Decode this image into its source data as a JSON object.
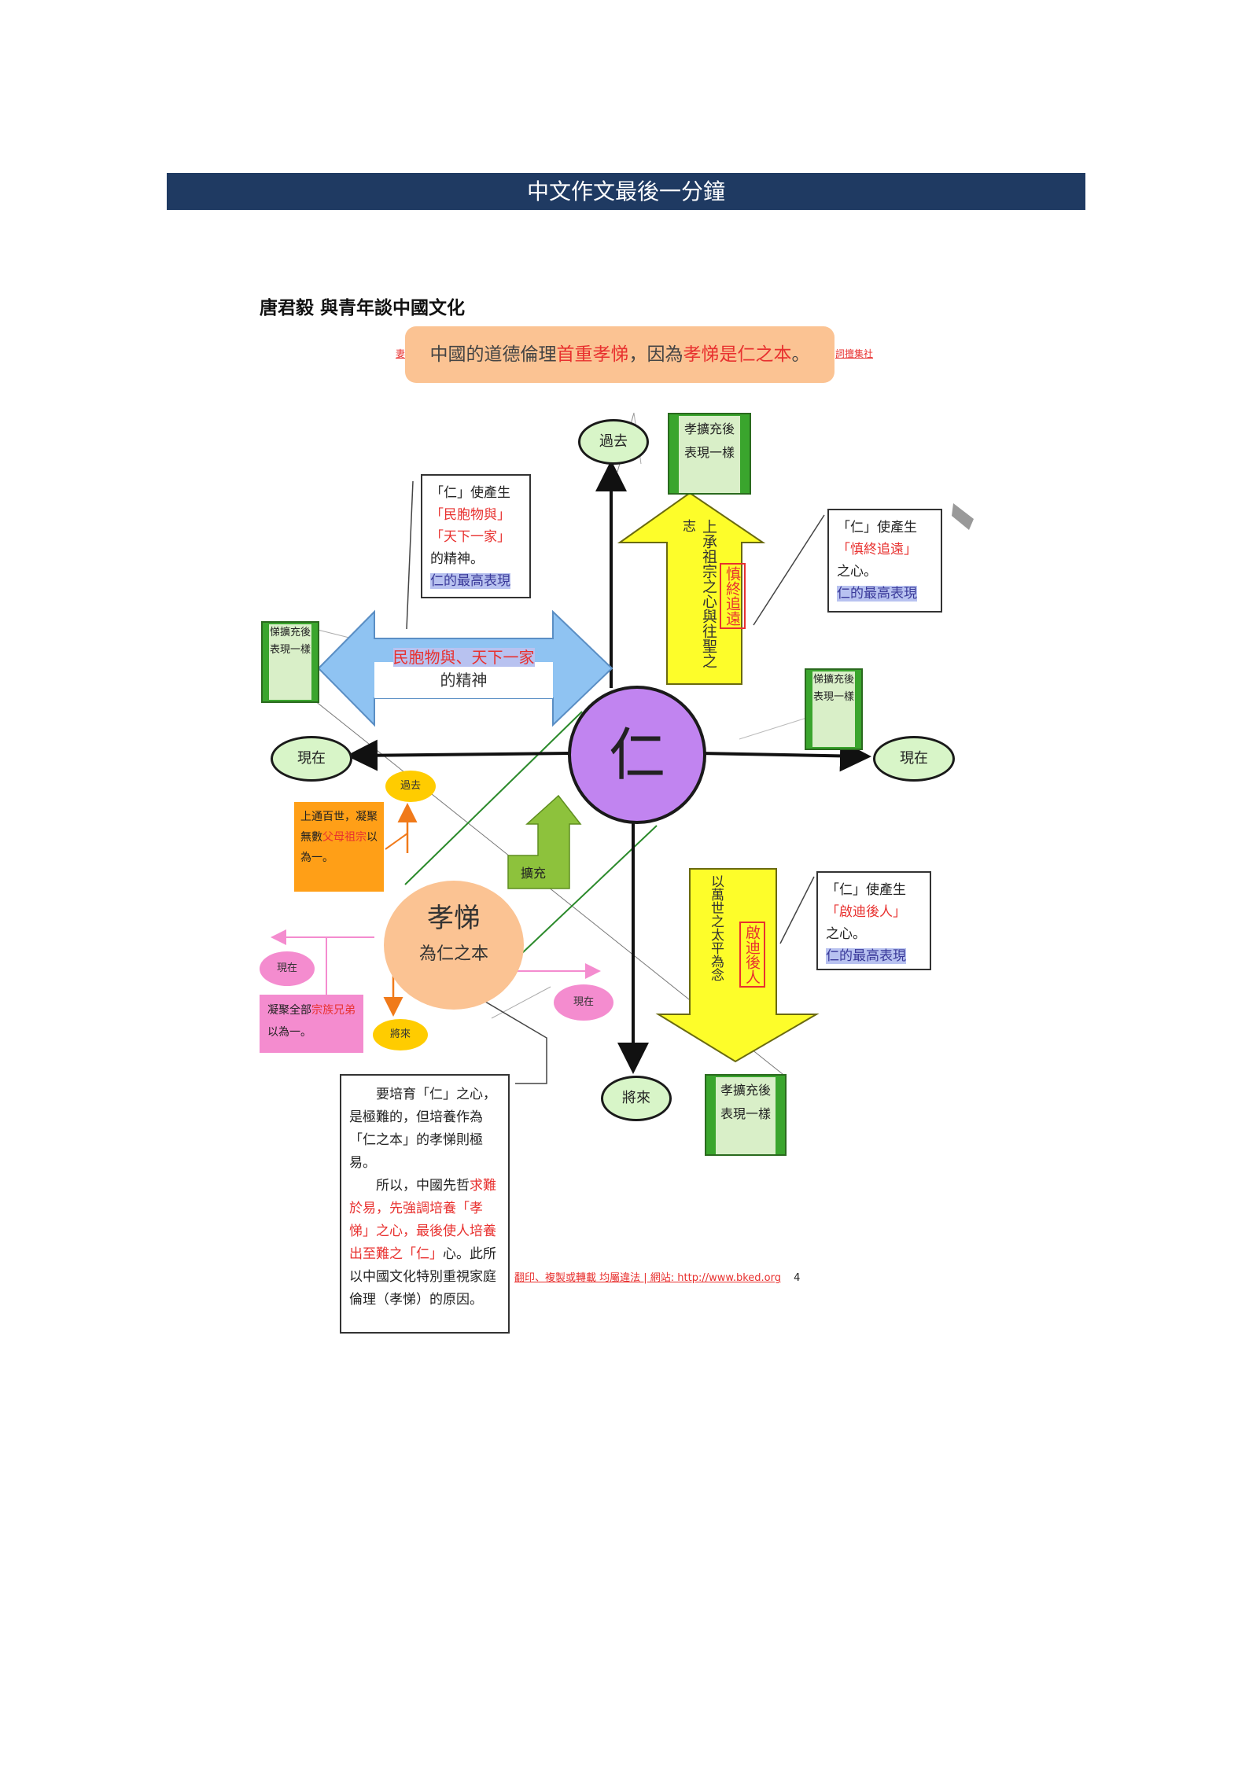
{
  "banner_title": "中文作文最後一分鐘",
  "heading": "唐君毅 與青年談中國文化",
  "top_box": {
    "p1": "中國的道德倫理",
    "p2": "首重孝悌",
    "p3": "，因為",
    "p4": "孝悌是仁之本",
    "p5": "。"
  },
  "top_left_fragment": "妻",
  "top_right_fragment": "詞擅集社",
  "center_label": "仁",
  "xiaoti": {
    "title": "孝悌",
    "sub": "為仁之本"
  },
  "ovals": {
    "top": "過去",
    "left": "現在",
    "right": "現在",
    "bottom": "將來"
  },
  "small_ovals": {
    "past": "過去",
    "present_left": "現在",
    "present_right": "現在",
    "future": "將來"
  },
  "green_boxes": {
    "top": "孝擴充後表現一樣",
    "left": "悌擴充後表現一樣",
    "right": "悌擴充後表現一樣",
    "bottom": "孝擴充後表現一樣"
  },
  "big_left_arrow": {
    "line1": "民胞物與、天下一家",
    "line2": "的精神"
  },
  "up_arrow": {
    "left_char": "志",
    "main": "上承祖宗之心與往聖之",
    "boxed": "慎終追遠"
  },
  "down_arrow": {
    "main": "以萬世之太平為念",
    "boxed": "啟迪後人"
  },
  "expand_label": "擴充",
  "notes": {
    "left": {
      "l1": "「仁」使產生",
      "l2": "「民胞物與」",
      "l3": "「天下一家」",
      "l4": "的精神。",
      "l5": "仁的最高表現"
    },
    "right_top": {
      "l1": "「仁」使產生",
      "l2": "「慎終追遠」",
      "l3": "之心。",
      "l4": "仁的最高表現"
    },
    "right_bottom": {
      "l1": "「仁」使產生",
      "l2": "「啟迪後人」",
      "l3": "之心。",
      "l4": "仁的最高表現"
    }
  },
  "orange_box": {
    "a": "上通百世，凝聚無數",
    "b": "父母祖宗",
    "c": "以為一。"
  },
  "pink_box": {
    "a": "凝聚全部",
    "b": "宗族兄弟",
    "c": "以為一。"
  },
  "bottom_note": {
    "p1": "要培育「仁」之心，是極難的，但培養作為「仁之本」的孝悌則極易。",
    "p2a": "所以，中國先哲",
    "p2b": "求難於易，先強調培養「孝悌」之心，最後使人培養出至難之「仁」",
    "p2c": "心。此所以中國文化特別重視家庭倫理（孝悌）的原因。"
  },
  "footer": {
    "text": "翻印、複製或轉載 均屬違法 | 網站: http://www.bked.org",
    "page": "4"
  }
}
